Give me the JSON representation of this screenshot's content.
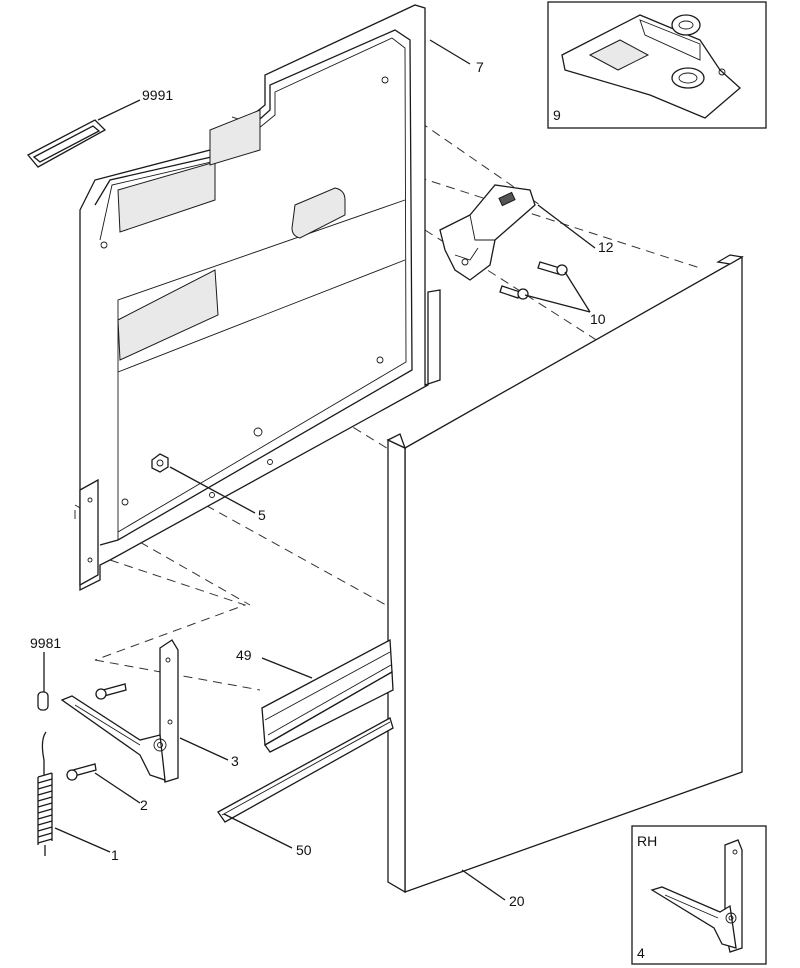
{
  "callouts": {
    "c1": "1",
    "c2": "2",
    "c3": "3",
    "c4": "4",
    "c5": "5",
    "c7": "7",
    "c9": "9",
    "c10": "10",
    "c12": "12",
    "c20": "20",
    "c49": "49",
    "c50": "50",
    "c9981": "9981",
    "c9991": "9991"
  },
  "insets": {
    "rh_label": "RH"
  }
}
